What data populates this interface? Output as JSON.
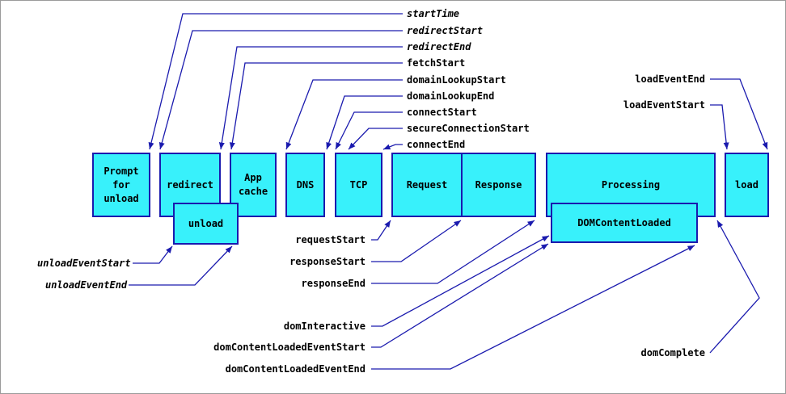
{
  "colors": {
    "background": "#ffffff",
    "box_fill": "#38f1fb",
    "box_border": "#1a1aae",
    "arrow": "#1a1aae",
    "text": "#000000"
  },
  "boxes": {
    "prompt_for_unload": "Prompt for unload",
    "redirect": "redirect",
    "app_cache": "App cache",
    "dns": "DNS",
    "tcp": "TCP",
    "request": "Request",
    "response": "Response",
    "processing": "Processing",
    "load": "load",
    "unload": "unload",
    "dom_content_loaded": "DOMContentLoaded"
  },
  "labels": {
    "start_time": "startTime",
    "redirect_start": "redirectStart",
    "redirect_end": "redirectEnd",
    "fetch_start": "fetchStart",
    "domain_lookup_start": "domainLookupStart",
    "domain_lookup_end": "domainLookupEnd",
    "connect_start": "connectStart",
    "secure_connection_start": "secureConnectionStart",
    "connect_end": "connectEnd",
    "load_event_end": "loadEventEnd",
    "load_event_start": "loadEventStart",
    "unload_event_start": "unloadEventStart",
    "unload_event_end": "unloadEventEnd",
    "request_start": "requestStart",
    "response_start": "responseStart",
    "response_end": "responseEnd",
    "dom_interactive": "domInteractive",
    "dom_content_loaded_event_start": "domContentLoadedEventStart",
    "dom_content_loaded_event_end": "domContentLoadedEventEnd",
    "dom_complete": "domComplete"
  }
}
